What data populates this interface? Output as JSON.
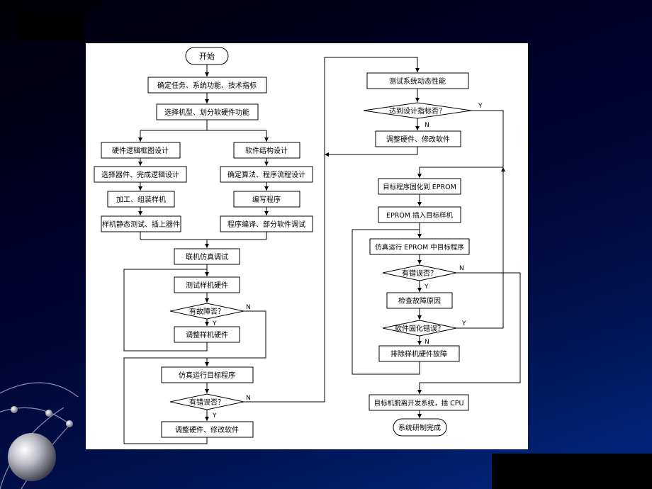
{
  "slide": {
    "colors": {
      "background": "#00104a",
      "panel": "#ffffff",
      "orb": "#c8c8d0"
    }
  },
  "flowchart": {
    "nodes": {
      "start": "开始",
      "define": "确定任务、系统功能、技术指标",
      "select_model": "选择机型、划分软硬件功能",
      "hw_block": "硬件逻辑框图设计",
      "sw_struct": "软件结构设计",
      "hw_parts": "选择器件、完成逻辑设计",
      "algo": "确定算法、程序流程设计",
      "assemble": "加工、组装样机",
      "code": "编写程序",
      "static_test": "样机静态测试、插上器件",
      "compile": "程序编译、部分软件调试",
      "online_sim": "联机仿真调试",
      "test_hw": "测试样机硬件",
      "fault_q": "有故障否？",
      "adjust_hw": "调整样机硬件",
      "sim_run": "仿真运行目标程序",
      "err_q1": "有错误否？",
      "adjust_hs": "调整硬件、修改软件",
      "test_dyn": "测试系统动态性能",
      "spec_q": "达到设计指标否？",
      "adjust_hs2": "调整硬件、修改软件",
      "fix_eprom": "目标程序固化到 EPROM",
      "insert_eprom": "EPROM 插入目标样机",
      "sim_eprom": "仿真运行 EPROM 中目标程序",
      "err_q2": "有错误否？",
      "check_cause": "检查故障原因",
      "sw_fix_q": "软件固化错误？",
      "remove_fault": "排除样机硬件故障",
      "detach": "目标机脱离开发系统，插 CPU",
      "done": "系统研制完成"
    },
    "labels": {
      "yes": "Y",
      "no": "N"
    }
  }
}
